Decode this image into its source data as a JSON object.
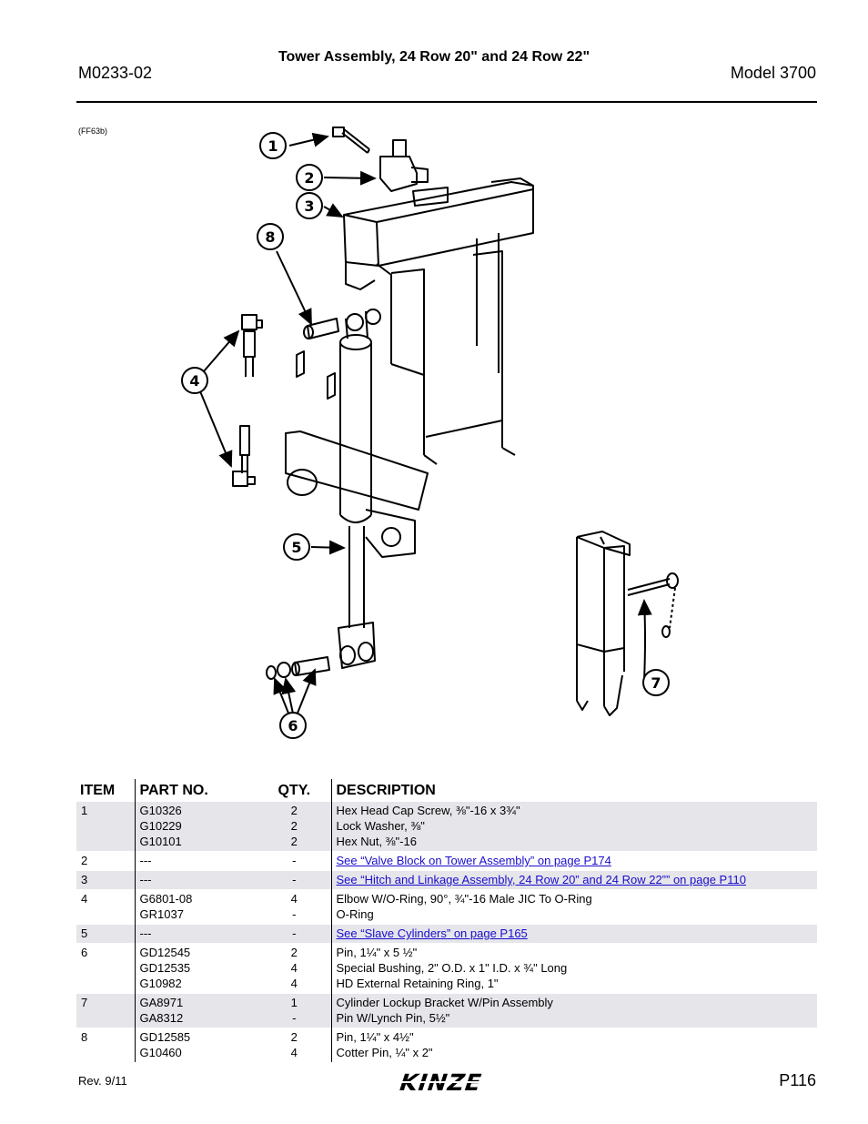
{
  "header": {
    "doc_code": "M0233-02",
    "title": "Tower Assembly, 24 Row 20\" and 24 Row 22\"",
    "model": "Model 3700"
  },
  "figure": {
    "ref": "(FF63b)",
    "callouts": [
      "1",
      "2",
      "3",
      "4",
      "5",
      "6",
      "7",
      "8"
    ]
  },
  "table": {
    "headers": {
      "item": "ITEM",
      "part": "PART NO.",
      "qty": "QTY.",
      "desc": "DESCRIPTION"
    },
    "rows": [
      {
        "item": "1",
        "shade": true,
        "lines": [
          {
            "part": "G10326",
            "qty": "2",
            "desc": "Hex Head Cap Screw, ⅜\"-16 x 3¾\""
          },
          {
            "part": "G10229",
            "qty": "2",
            "desc": "Lock Washer, ⅜\""
          },
          {
            "part": "G10101",
            "qty": "2",
            "desc": "Hex Nut, ⅜\"-16"
          }
        ]
      },
      {
        "item": "2",
        "shade": false,
        "lines": [
          {
            "part": "---",
            "qty": "-",
            "desc": "See “Valve Block on Tower Assembly” on page P174",
            "link": true
          }
        ]
      },
      {
        "item": "3",
        "shade": true,
        "lines": [
          {
            "part": "---",
            "qty": "-",
            "desc": "See “Hitch and Linkage Assembly, 24 Row 20” and 24 Row 22”” on page P110",
            "link": true
          }
        ]
      },
      {
        "item": "4",
        "shade": false,
        "lines": [
          {
            "part": "G6801-08",
            "qty": "4",
            "desc": "Elbow W/O-Ring, 90°, ¾\"-16 Male JIC To O-Ring"
          },
          {
            "part": "GR1037",
            "qty": "-",
            "desc": "O-Ring"
          }
        ]
      },
      {
        "item": "5",
        "shade": true,
        "lines": [
          {
            "part": "---",
            "qty": "-",
            "desc": "See “Slave Cylinders” on page P165",
            "link": true
          }
        ]
      },
      {
        "item": "6",
        "shade": false,
        "lines": [
          {
            "part": "GD12545",
            "qty": "2",
            "desc": "Pin, 1¼\" x 5 ½\""
          },
          {
            "part": "GD12535",
            "qty": "4",
            "desc": "Special Bushing, 2\" O.D. x 1\" I.D. x ¾\" Long"
          },
          {
            "part": "G10982",
            "qty": "4",
            "desc": "HD External Retaining Ring, 1\""
          }
        ]
      },
      {
        "item": "7",
        "shade": true,
        "lines": [
          {
            "part": "GA8971",
            "qty": "1",
            "desc": "Cylinder Lockup Bracket W/Pin Assembly"
          },
          {
            "part": "GA8312",
            "qty": "-",
            "desc": "Pin W/Lynch Pin, 5½\""
          }
        ]
      },
      {
        "item": "8",
        "shade": false,
        "lines": [
          {
            "part": "GD12585",
            "qty": "2",
            "desc": "Pin, 1¼\" x 4½\""
          },
          {
            "part": "G10460",
            "qty": "4",
            "desc": "Cotter Pin, ¼\" x 2\""
          }
        ]
      }
    ]
  },
  "footer": {
    "rev": "Rev. 9/11",
    "brand": "KINZE",
    "page": "P116"
  }
}
